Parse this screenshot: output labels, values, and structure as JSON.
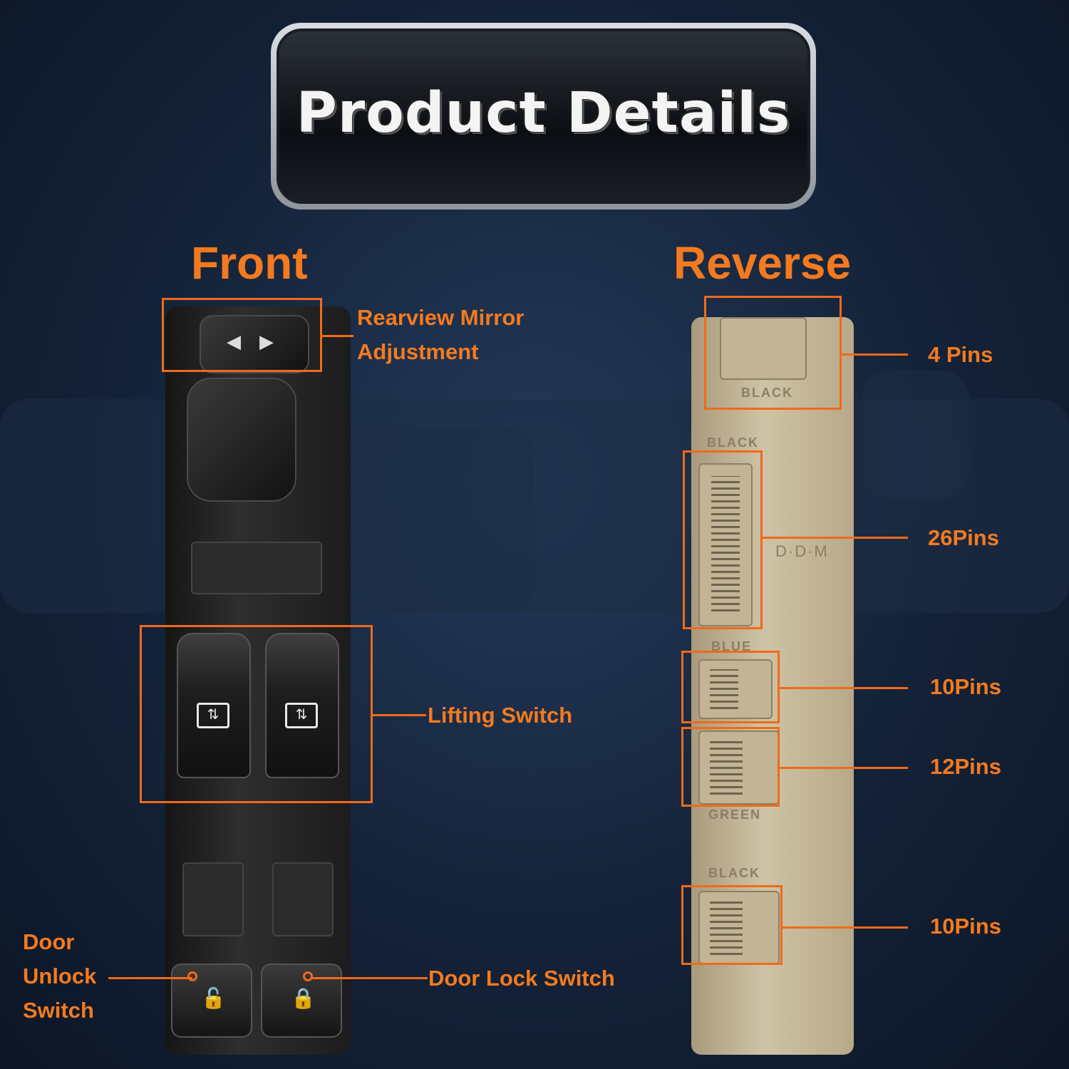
{
  "banner": {
    "title": "Product Details"
  },
  "sections": {
    "front": "Front",
    "reverse": "Reverse"
  },
  "front_callouts": {
    "mirror": [
      "Rearview Mirror",
      "Adjustment"
    ],
    "lifting": "Lifting Switch",
    "unlock": [
      "Door",
      "Unlock",
      "Switch"
    ],
    "lock": "Door Lock Switch"
  },
  "reverse_callouts": {
    "pins4": "4 Pins",
    "pins26": "26Pins",
    "pins10a": "10Pins",
    "pins12": "12Pins",
    "pins10b": "10Pins"
  },
  "connector_labels": {
    "black": "BLACK",
    "blue": "BLUE",
    "green": "GREEN",
    "ddm": "D·D·M"
  },
  "colors": {
    "accent": "#f47a1f",
    "background": "#142238"
  }
}
